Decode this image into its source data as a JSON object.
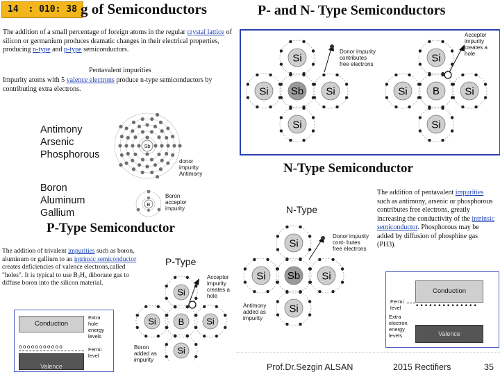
{
  "slide_badge": {
    "number": "14",
    "time": ": 010: 38"
  },
  "titles": {
    "left": "g of Semiconductors",
    "right": "P- and N- Type Semiconductors",
    "n_type": "N-Type Semiconductor",
    "p_type": "P-Type Semiconductor"
  },
  "left_intro": {
    "t1": "The addition of a small percentage of foreign atoms in the regular ",
    "l1": "crystal lattice",
    "t2": " of silicon or germanium produces dramatic changes in their electrical properties, producing ",
    "l2": "n-type",
    "t3": " and ",
    "l3": "p-type",
    "t4": " semiconductors.",
    "caption": "Pentavalent impurities",
    "p2a": "Impurity atoms with 5 ",
    "p2link": "valence electrons",
    "p2b": " produce n-type semiconductors by contributing extra electrons."
  },
  "pentavalent_words": [
    "Antimony",
    "Arsenic",
    "Phosphorous"
  ],
  "trivalent_words": [
    "Boron",
    "Aluminum",
    "Gallium"
  ],
  "atom_labels": {
    "sb": "Sb",
    "donor": [
      "donor",
      "impurity",
      "Antimony"
    ],
    "b": "B",
    "acceptor": [
      "Boron",
      "acceptor",
      "impurity"
    ]
  },
  "top_lattice": {
    "si": "Si",
    "sb": "Sb",
    "b": "B",
    "donor_note": [
      "Donor impurity",
      "contributes",
      "free electrons"
    ],
    "acceptor_note": [
      "Acceptor",
      "impurity",
      "creates a",
      "hole"
    ]
  },
  "n_type_text": {
    "t1": "The addition of pentavalent ",
    "l1": "impurities",
    "t2": " such as antimony, arsenic or phosphorous contributes free electrons, greatly increasing the conductivity of the ",
    "l2": "intrinsic semiconductor",
    "t3": ". Phosphorous may be added by diffusion of phosphine gas (PH3)."
  },
  "n_lattice": {
    "heading": "N-Type",
    "si": "Si",
    "sb": "Sb",
    "donor_note": [
      "Donor impurity",
      "cont- butes",
      "free electrons"
    ],
    "antimony_note": [
      "Antimony",
      "added as",
      "impurity"
    ]
  },
  "p_type_text": {
    "t1": "The addition of trivalent ",
    "l1": "impurities",
    "t2": " such as boron, aluminum or gallium to an ",
    "l2": "intrinsic semiconductor",
    "t3": " creates deficiencies of valence electrons,called \"holes\". It is typical to use B₂H₆ diborane gas to diffuse boron into the silicon material."
  },
  "p_lattice": {
    "heading": "P-Type",
    "si": "Si",
    "b": "B",
    "acceptor_note": [
      "Acceptor",
      "impurity",
      "creates a",
      "hole"
    ],
    "boron_note": [
      "Boron",
      "added as",
      "impurity"
    ]
  },
  "p_band": {
    "conduction": "Conduction",
    "valence": "Valence",
    "extra": [
      "Extra",
      "hole",
      "energy",
      "levels"
    ],
    "fermi": [
      "Fermi",
      "level"
    ]
  },
  "n_band": {
    "conduction": "Conduction",
    "valence": "Valence",
    "fermi": [
      "Fermi",
      "level"
    ],
    "extra": [
      "Extra",
      "electron",
      "energy",
      "levels"
    ]
  },
  "footer": {
    "author": "Prof.Dr.Sezgin ALSAN",
    "course": "2015 Rectifiers",
    "page": "35"
  },
  "colors": {
    "badge": "#f2b61c",
    "frame": "#2b3fb0",
    "si_atom": "#cfcfcf",
    "core_atom": "#9a9a9a",
    "link": "#1a3fb5"
  }
}
